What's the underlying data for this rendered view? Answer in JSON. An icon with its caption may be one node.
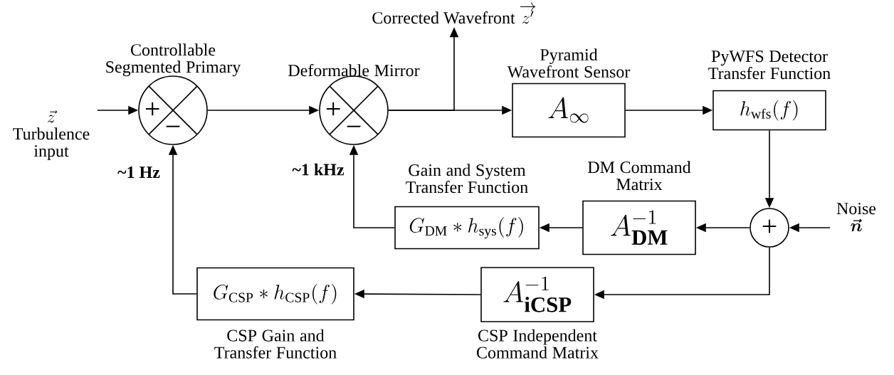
{
  "diagram": {
    "nodes": [
      {
        "text": [
          "\\vec{z}",
          "Turbulence input"
        ]
      },
      {
        "text": [
          "Controllable Segmented Primary",
          "+",
          "−"
        ]
      },
      {
        "text": [
          "Deformable Mirror",
          "+",
          "−"
        ]
      },
      {
        "text": [
          "Corrected Wavefront",
          "\\overrightarrow{z'}"
        ]
      },
      {
        "text": [
          "Pyramid Wavefront Sensor",
          "A_{\\infty}"
        ]
      },
      {
        "text": [
          "PyWFS Detector Transfer Function",
          "h_{\\mathrm{wfs}}(f)"
        ]
      },
      {
        "text": [
          "+"
        ]
      },
      {
        "text": [
          "Noise",
          "\\boldsymbol{\\vec{n}}"
        ]
      },
      {
        "text": [
          "DM Command Matrix",
          "A_{\\mathbf{DM}}^{-1}"
        ]
      },
      {
        "text": [
          "Gain and System Transfer Function",
          "G_{\\mathrm{DM}} * h_{\\mathrm{sys}}(f)"
        ]
      },
      {
        "text": [
          "A_{\\mathbf{iCSP}}^{-1}",
          "CSP Independent Command Matrix"
        ]
      },
      {
        "text": [
          "G_{\\mathrm{CSP}} * h_{\\mathrm{CSP}}(f)",
          "CSP Gain and Transfer Function"
        ]
      }
    ],
    "edges": [
      {
        "from": 0,
        "to": 1,
        "arrow": "to"
      },
      {
        "from": 1,
        "to": 2,
        "arrow": "to"
      },
      {
        "from": 2,
        "to": 3,
        "arrow": "to"
      },
      {
        "from": 2,
        "to": 4,
        "arrow": "to"
      },
      {
        "from": 4,
        "to": 5,
        "arrow": "to"
      },
      {
        "from": 5,
        "to": 6,
        "arrow": "to"
      },
      {
        "from": 7,
        "to": 6,
        "arrow": "to"
      },
      {
        "from": 6,
        "to": 8,
        "arrow": "to"
      },
      {
        "from": 8,
        "to": 9,
        "arrow": "to"
      },
      {
        "from": 9,
        "to": 2,
        "arrow": "to"
      },
      {
        "from": 6,
        "to": 10,
        "arrow": "to"
      },
      {
        "from": 10,
        "to": 11,
        "arrow": "to"
      },
      {
        "from": 11,
        "to": 1,
        "arrow": "to"
      }
    ],
    "labels": [
      "~1 Hz",
      "~1 kHz"
    ]
  }
}
